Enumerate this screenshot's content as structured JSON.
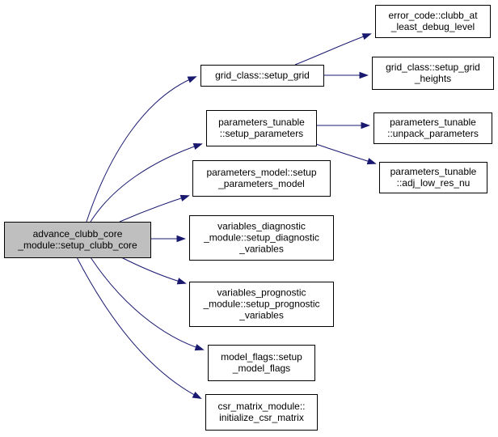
{
  "diagram": {
    "nodes": [
      {
        "id": "root",
        "lines": [
          "advance_clubb_core",
          "_module::setup_clubb_core"
        ],
        "root": true
      },
      {
        "id": "setup_grid",
        "lines": [
          "grid_class::setup_grid"
        ]
      },
      {
        "id": "setup_parameters",
        "lines": [
          "parameters_tunable",
          "::setup_parameters"
        ]
      },
      {
        "id": "setup_parameters_model",
        "lines": [
          "parameters_model::setup",
          "_parameters_model"
        ]
      },
      {
        "id": "setup_diagnostic",
        "lines": [
          "variables_diagnostic",
          "_module::setup_diagnostic",
          "_variables"
        ]
      },
      {
        "id": "setup_prognostic",
        "lines": [
          "variables_prognostic",
          "_module::setup_prognostic",
          "_variables"
        ]
      },
      {
        "id": "setup_model_flags",
        "lines": [
          "model_flags::setup",
          "_model_flags"
        ]
      },
      {
        "id": "initialize_csr",
        "lines": [
          "csr_matrix_module::",
          "initialize_csr_matrix"
        ]
      },
      {
        "id": "clubb_at_least_debug",
        "lines": [
          "error_code::clubb_at",
          "_least_debug_level"
        ]
      },
      {
        "id": "setup_grid_heights",
        "lines": [
          "grid_class::setup_grid",
          "_heights"
        ]
      },
      {
        "id": "unpack_parameters",
        "lines": [
          "parameters_tunable",
          "::unpack_parameters"
        ]
      },
      {
        "id": "adj_low_res_nu",
        "lines": [
          "parameters_tunable",
          "::adj_low_res_nu"
        ]
      }
    ],
    "edges": [
      {
        "from": "root",
        "to": "setup_grid"
      },
      {
        "from": "root",
        "to": "setup_parameters"
      },
      {
        "from": "root",
        "to": "setup_parameters_model"
      },
      {
        "from": "root",
        "to": "setup_diagnostic"
      },
      {
        "from": "root",
        "to": "setup_prognostic"
      },
      {
        "from": "root",
        "to": "setup_model_flags"
      },
      {
        "from": "root",
        "to": "initialize_csr"
      },
      {
        "from": "setup_grid",
        "to": "clubb_at_least_debug"
      },
      {
        "from": "setup_grid",
        "to": "setup_grid_heights"
      },
      {
        "from": "setup_parameters",
        "to": "unpack_parameters"
      },
      {
        "from": "setup_parameters",
        "to": "adj_low_res_nu"
      }
    ],
    "colors": {
      "edge": "#191970",
      "node_fill": "#ffffff",
      "root_fill": "#bfbfbf",
      "border": "#000000"
    }
  }
}
